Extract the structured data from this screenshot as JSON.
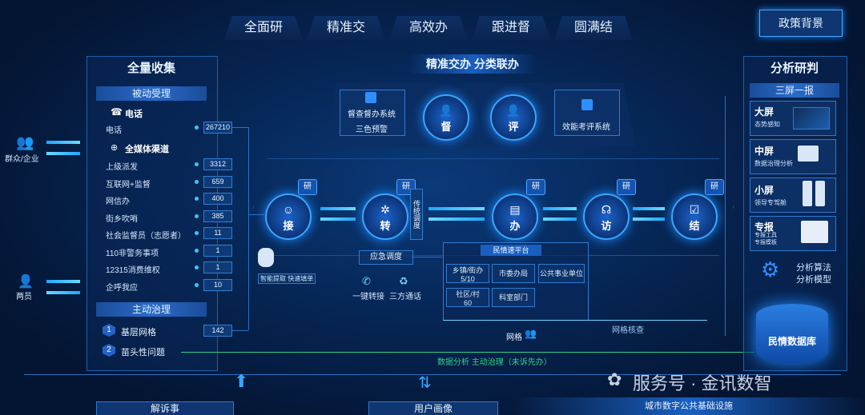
{
  "tabs": [
    "全面研",
    "精准交",
    "高效办",
    "跟进督",
    "圆满结"
  ],
  "policy_button": "政策背景",
  "left": {
    "title": "全量收集",
    "passive": "被动受理",
    "phone_header": "电话",
    "phone_row": {
      "label": "电话",
      "value": "267210"
    },
    "media_header": "全媒体渠道",
    "channels": [
      {
        "label": "上级派发",
        "value": "3312"
      },
      {
        "label": "互联网+监督",
        "value": "659"
      },
      {
        "label": "网信办",
        "value": "400"
      },
      {
        "label": "街乡吹哨",
        "value": "385"
      },
      {
        "label": "社会监督员（志愿者）",
        "value": "11"
      },
      {
        "label": "110非警务事项",
        "value": "1"
      },
      {
        "label": "12315消费维权",
        "value": "1"
      },
      {
        "label": "企呼我应",
        "value": "10"
      }
    ],
    "active": "主动治理",
    "active_items": [
      {
        "num": "1",
        "label": "基层网格",
        "value": "142"
      },
      {
        "num": "2",
        "label": "苗头性问题"
      }
    ]
  },
  "actors": {
    "public": "群众/企业",
    "staff": "两员"
  },
  "center": {
    "title": "精准交办  分类联办",
    "sys1": "督查督办系统",
    "sys1_sub": "三色预警",
    "du": "督",
    "ping": "评",
    "sys2": "效能考评系统",
    "nodes": [
      "接",
      "转",
      "办",
      "访",
      "结"
    ],
    "yan": "研",
    "vertical_tag": "传统调度",
    "ai_label": "智能提取 快速填单",
    "emergency": "应急调度",
    "tools": [
      "一键转接",
      "三方通话"
    ],
    "platform": "民情速平台",
    "platform_cells": [
      "乡镇/街办",
      "5/10",
      "市委办局",
      "公共事业单位",
      "社区/村",
      "60",
      "科室部门"
    ],
    "grid": "网格",
    "grid_check": "网格核查",
    "bottom_flow": "数据分析  主动治理（未诉先办）"
  },
  "right": {
    "title": "分析研判",
    "subtitle": "三屏一报",
    "screens": [
      {
        "name": "大屏",
        "desc": "态势感知"
      },
      {
        "name": "中屏",
        "desc": "数据治理分析"
      },
      {
        "name": "小屏",
        "desc": "领导专驾舱"
      },
      {
        "name": "专报",
        "desc": "专报工具\n专报模板"
      }
    ],
    "algo1": "分析算法",
    "algo2": "分析模型",
    "db": "民情数据库"
  },
  "bottom": {
    "left_btn": "解诉事",
    "mid_btn": "用户画像",
    "right_title": "城市数字公共基础设施",
    "watermark": "服务号 · 金讯数智"
  }
}
